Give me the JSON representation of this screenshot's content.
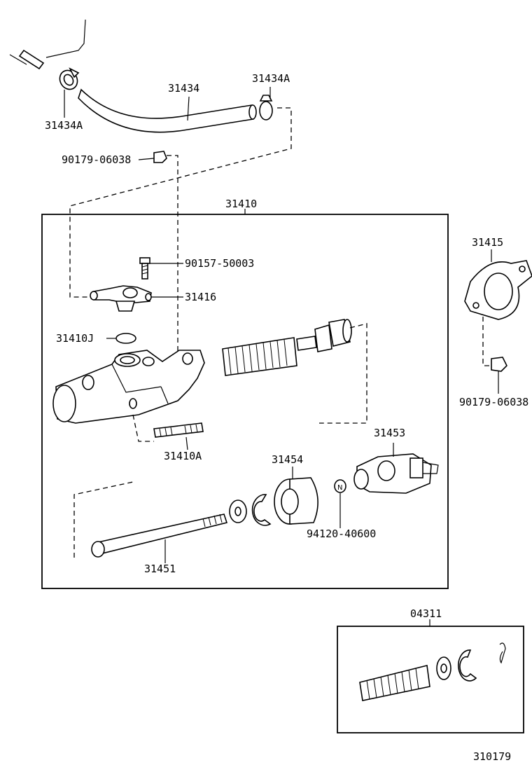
{
  "callouts": {
    "hose_clip_left": "31434A",
    "hose": "31434",
    "hose_clip_right": "31434A",
    "union_bolt_top": "90179-06038",
    "master_cylinder_assy": "31410",
    "bleeder_plug": "90157-50003",
    "inlet_union": "31416",
    "o_ring": "31410J",
    "stud_bolt": "31410A",
    "push_rod_boot": "31454",
    "clevis": "31453",
    "nut_small": "94120-40600",
    "push_rod": "31451",
    "gasket": "31415",
    "union_bolt_right": "90179-06038",
    "repair_kit": "04311"
  },
  "figure_id": "310179"
}
